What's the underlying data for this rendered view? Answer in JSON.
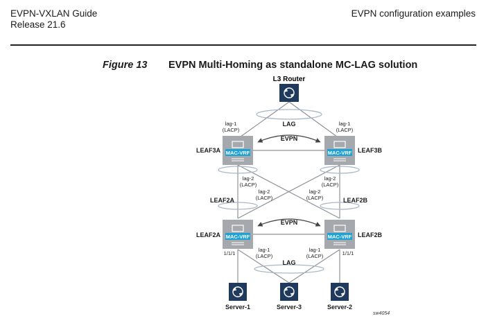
{
  "header": {
    "guide_title": "EVPN-VXLAN Guide",
    "release": "Release 21.6",
    "section": "EVPN configuration examples"
  },
  "figure": {
    "label": "Figure 13",
    "title": "EVPN Multi-Homing as standalone MC-LAG solution",
    "code": "sw4054"
  },
  "diagram": {
    "router": "L3 Router",
    "leaf3a": "LEAF3A",
    "leaf3b": "LEAF3B",
    "leaf2a": "LEAF2A",
    "leaf2b": "LEAF2B",
    "mid_left": "LEAF2A",
    "mid_right": "LEAF2B",
    "mac_vrf": "MAC-VRF",
    "evpn": "EVPN",
    "lag": "LAG",
    "lag1": "lag-1",
    "lag2": "lag-2",
    "lacp": "(LACP)",
    "port": "1/1/1",
    "servers": [
      "Server-1",
      "Server-3",
      "Server-2"
    ]
  },
  "colors": {
    "router_box": "#1f3a5c",
    "leaf_box": "#a5a9ae",
    "mac_vrf": "#1ba3d8",
    "lines": "#8e9298",
    "ellipse": "#a9b8c8"
  }
}
